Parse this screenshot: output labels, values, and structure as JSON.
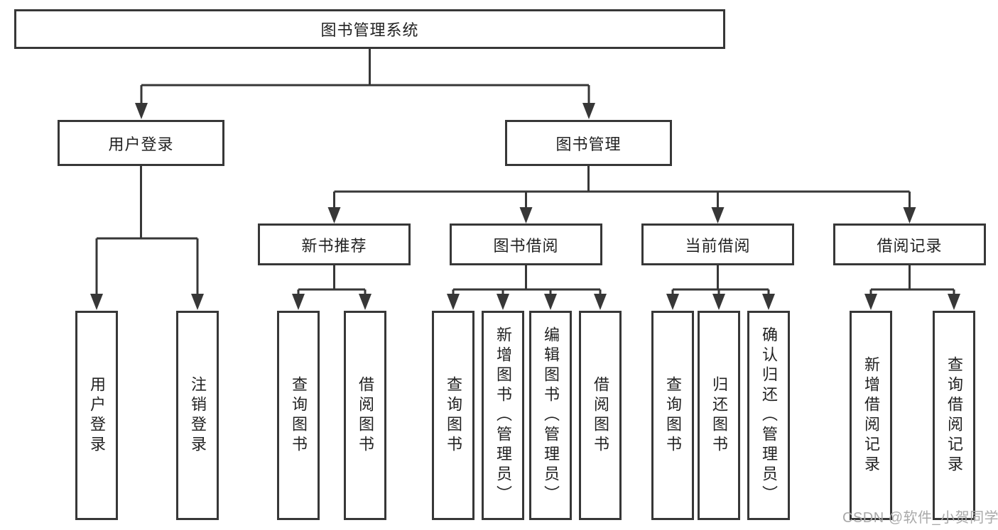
{
  "diagram": {
    "root": {
      "label": "图书管理系统"
    },
    "level2": [
      {
        "id": "user-login",
        "label": "用户登录"
      },
      {
        "id": "book-management",
        "label": "图书管理"
      }
    ],
    "level3": [
      {
        "id": "new-book-recommend",
        "label": "新书推荐",
        "parent": "book-management"
      },
      {
        "id": "book-borrow",
        "label": "图书借阅",
        "parent": "book-management"
      },
      {
        "id": "current-borrow",
        "label": "当前借阅",
        "parent": "book-management"
      },
      {
        "id": "borrow-record",
        "label": "借阅记录",
        "parent": "book-management"
      }
    ],
    "leaves": [
      {
        "label": "用户登录",
        "parent": "user-login"
      },
      {
        "label": "注销登录",
        "parent": "user-login"
      },
      {
        "label": "查询图书",
        "parent": "new-book-recommend"
      },
      {
        "label": "借阅图书",
        "parent": "new-book-recommend"
      },
      {
        "label": "查询图书",
        "parent": "book-borrow"
      },
      {
        "label": "新增图书（管理员）",
        "parent": "book-borrow"
      },
      {
        "label": "编辑图书（管理员）",
        "parent": "book-borrow"
      },
      {
        "label": "借阅图书",
        "parent": "book-borrow"
      },
      {
        "label": "查询图书",
        "parent": "current-borrow"
      },
      {
        "label": "归还图书",
        "parent": "current-borrow"
      },
      {
        "label": "确认归还（管理员）",
        "parent": "current-borrow"
      },
      {
        "label": "新增借阅记录",
        "parent": "borrow-record"
      },
      {
        "label": "查询借阅记录",
        "parent": "borrow-record"
      }
    ]
  },
  "watermark": {
    "text": "CSDN @软件_小贺同学"
  },
  "colors": {
    "line": "#373737",
    "box_border": "#373737",
    "text": "#222222",
    "watermark": "#a9a9a9",
    "background": "#ffffff"
  }
}
